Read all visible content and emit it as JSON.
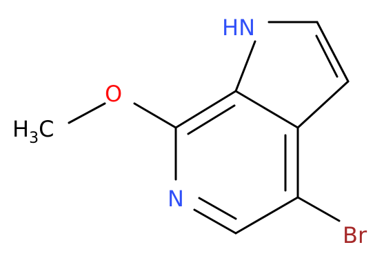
{
  "molecule": {
    "atoms": {
      "nh": {
        "text": "HN",
        "color": "#3050F8"
      },
      "o": {
        "text": "O",
        "color": "#FF0D0D"
      },
      "ch3": {
        "text": "H",
        "sub": "3",
        "tail": "C",
        "color": "#000000"
      },
      "n": {
        "text": "N",
        "color": "#3050F8"
      },
      "br": {
        "text": "Br",
        "color": "#A62929"
      }
    }
  }
}
